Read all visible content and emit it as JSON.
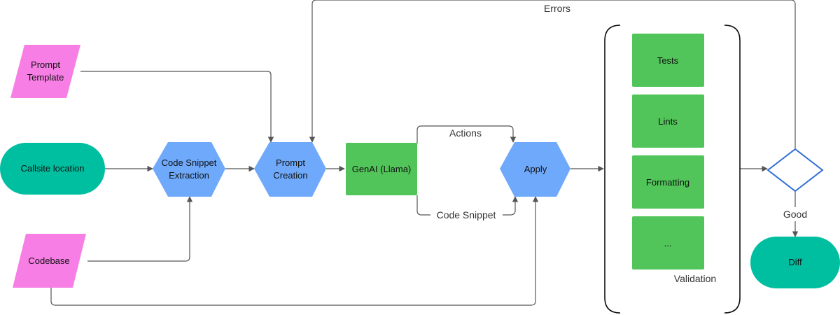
{
  "colors": {
    "input": "#f67ee4",
    "terminal": "#00bfa0",
    "process": "#6ea9fb",
    "model": "#51c559",
    "decision_stroke": "#2f6fd3",
    "edge": "#555555"
  },
  "nodes": {
    "prompt_template": {
      "label_1": "Prompt",
      "label_2": "Template"
    },
    "callsite": {
      "label": "Callsite location"
    },
    "codebase": {
      "label": "Codebase"
    },
    "extraction": {
      "label_1": "Code Snippet",
      "label_2": "Extraction"
    },
    "prompt_creation": {
      "label_1": "Prompt",
      "label_2": "Creation"
    },
    "genai": {
      "label": "GenAI (Llama)"
    },
    "apply": {
      "label": "Apply"
    },
    "tests": {
      "label": "Tests"
    },
    "lints": {
      "label": "Lints"
    },
    "formatting": {
      "label": "Formatting"
    },
    "ellipsis": {
      "label": "..."
    },
    "diff": {
      "label": "Diff"
    }
  },
  "group": {
    "validation_label": "Validation"
  },
  "edge_labels": {
    "errors": "Errors",
    "actions": "Actions",
    "code_snippet": "Code Snippet",
    "good": "Good"
  }
}
